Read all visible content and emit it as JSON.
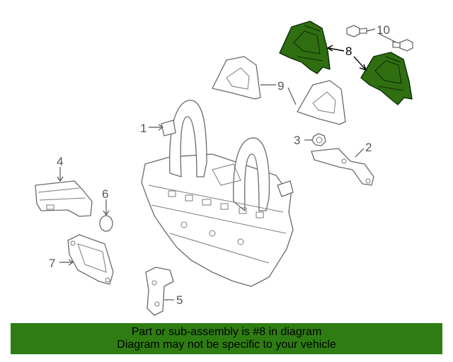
{
  "callouts": {
    "c1": "1",
    "c2": "2",
    "c3": "3",
    "c4": "4",
    "c5": "5",
    "c6": "6",
    "c7": "7",
    "c8": "8",
    "c9": "9",
    "c10": "10"
  },
  "highlighted_part": "8",
  "colors": {
    "banner": "#2f7d12",
    "highlight_part": "#2f6f12"
  },
  "banner": {
    "line1": "Part or sub-assembly is #8 in diagram",
    "line2": "Diagram may not be specific to your vehicle"
  }
}
